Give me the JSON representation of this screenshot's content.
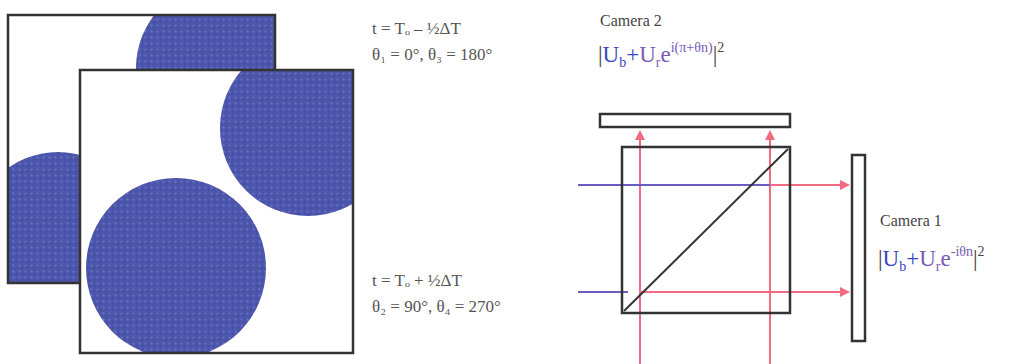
{
  "diagram": {
    "labels": [
      "t = Tₒ – ½ΔT",
      "θ₁ = 0°, θ₃ = 180°",
      "t = Tₒ + ½ΔT",
      "θ₂ = 90°, θ₄ = 270°",
      "Camera 2",
      "|",
      "U",
      "b",
      "+",
      "U",
      "r",
      "e",
      "i(π+θn)",
      "|",
      "2",
      "Camera 1",
      "|",
      "U",
      "b",
      "+",
      "U",
      "r",
      "e",
      "-iθn",
      "|",
      "2"
    ]
  }
}
